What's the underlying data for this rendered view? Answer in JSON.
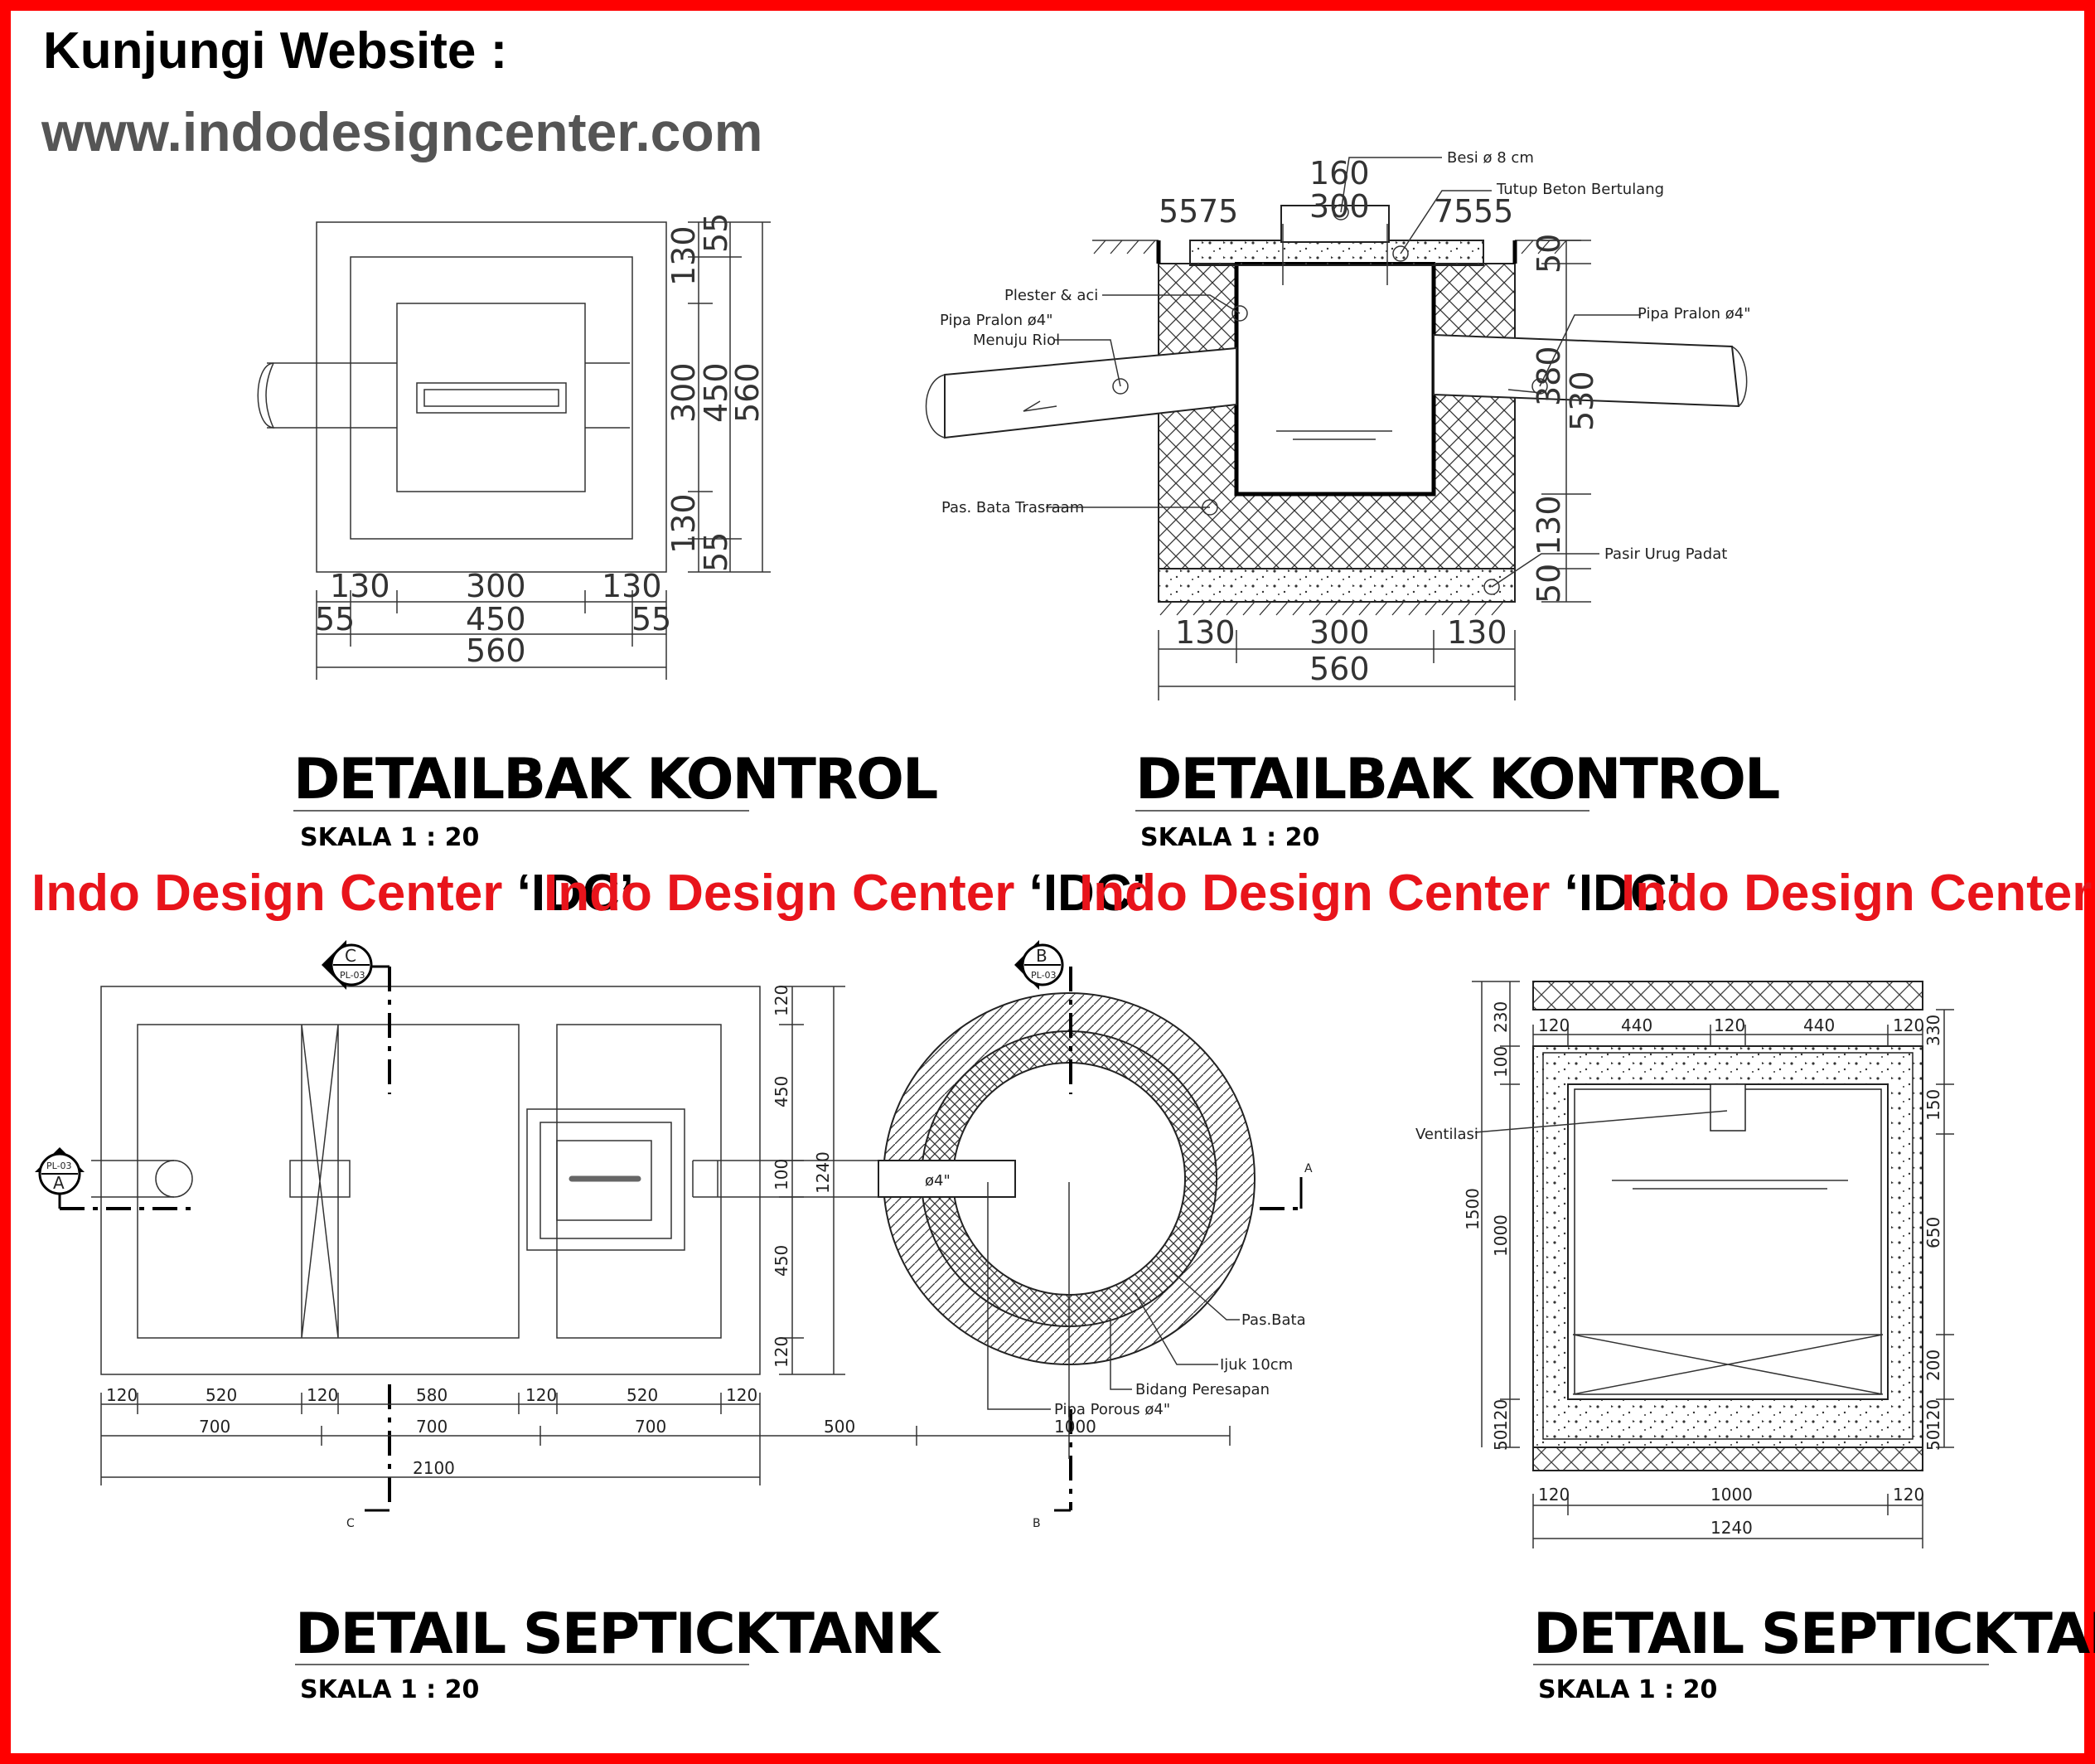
{
  "header": {
    "line1": "Kunjungi Website :",
    "line2": "www.indodesigncenter.com"
  },
  "watermark": {
    "text_red": "Indo Design Center ",
    "text_black": "‘IDC’"
  },
  "colors": {
    "frame": "#ff0000",
    "watermark": "#e8141b"
  },
  "drawing1": {
    "title": "DETAILBAK KONTROL",
    "scale": "SKALA 1 : 20",
    "dims_bottom": [
      "130",
      "300",
      "130",
      "55",
      "450",
      "55",
      "560"
    ],
    "dims_right": [
      "55",
      "130",
      "300",
      "450",
      "560",
      "130",
      "55"
    ]
  },
  "drawing2": {
    "title": "DETAILBAK KONTROL",
    "scale": "SKALA 1 : 20",
    "dims_top": [
      "55",
      "75",
      "160",
      "300",
      "75",
      "55"
    ],
    "dims_right": [
      "50",
      "380",
      "530",
      "130",
      "50"
    ],
    "dims_bottom": [
      "130",
      "300",
      "130",
      "560"
    ],
    "labels": {
      "besi": "Besi ø 8 cm",
      "tutup": "Tutup Beton Bertulang",
      "plester": "Plester & aci",
      "pipa_riol_1": "Pipa Pralon ø4\"",
      "pipa_riol_2": "Menuju Riol",
      "pipa_right": "Pipa Pralon ø4\"",
      "bata": "Pas. Bata Trasraam",
      "pasir": "Pasir Urug Padat"
    }
  },
  "drawing3": {
    "title": "DETAIL SEPTICKTANK",
    "scale": "SKALA 1 : 20",
    "section_marks": {
      "a": "A",
      "b": "B",
      "c": "C",
      "ref": "PL-03"
    },
    "dims_bottom_row1": [
      "120",
      "520",
      "120",
      "580",
      "120",
      "520",
      "120"
    ],
    "dims_bottom_row2": [
      "700",
      "700",
      "700",
      "500",
      "1000"
    ],
    "dims_bottom_row3": [
      "2100"
    ],
    "dims_right": [
      "120",
      "450",
      "100",
      "450",
      "120",
      "1240"
    ],
    "labels": {
      "pipe": "ø4\"",
      "pas_bata": "Pas.Bata",
      "ijuk": "Ijuk 10cm",
      "bidang": "Bidang Peresapan",
      "pipa_porous": "Pipa Porous ø4\""
    }
  },
  "drawing4": {
    "title": "DETAIL SEPTICKTANK",
    "scale": "SKALA 1 : 20",
    "dims_top": [
      "120",
      "440",
      "120",
      "440",
      "120"
    ],
    "dims_left": [
      "230",
      "100",
      "1000",
      "1500",
      "120",
      "50"
    ],
    "dims_right": [
      "330",
      "150",
      "650",
      "200",
      "120",
      "50"
    ],
    "dims_bottom": [
      "120",
      "1000",
      "120",
      "1240"
    ],
    "labels": {
      "ventilasi": "Ventilasi"
    }
  }
}
